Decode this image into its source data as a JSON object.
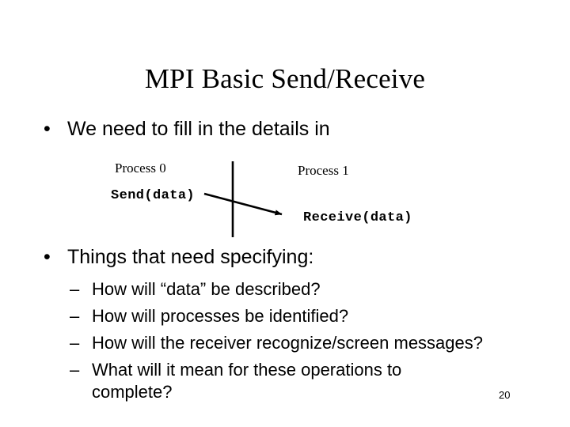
{
  "slide": {
    "title": "MPI Basic Send/Receive",
    "page_number": "20",
    "background_color": "#ffffff",
    "text_color": "#000000"
  },
  "body": {
    "bullets": [
      {
        "marker": "•",
        "text": "We need to fill in the details in"
      },
      {
        "marker": "•",
        "text": "Things that need specifying:"
      }
    ],
    "sub_bullets": [
      {
        "marker": "–",
        "text": "How will “data” be described?"
      },
      {
        "marker": "–",
        "text": "How will processes be identified?"
      },
      {
        "marker": "–",
        "text": "How will the receiver recognize/screen messages?"
      },
      {
        "marker": "–",
        "text": "What will it mean for these operations to complete?"
      }
    ]
  },
  "diagram": {
    "process_left_label": "Process 0",
    "process_right_label": "Process 1",
    "send_call": "Send(data)",
    "receive_call": "Receive(data)",
    "divider_color": "#000000",
    "arrow_color": "#000000"
  }
}
